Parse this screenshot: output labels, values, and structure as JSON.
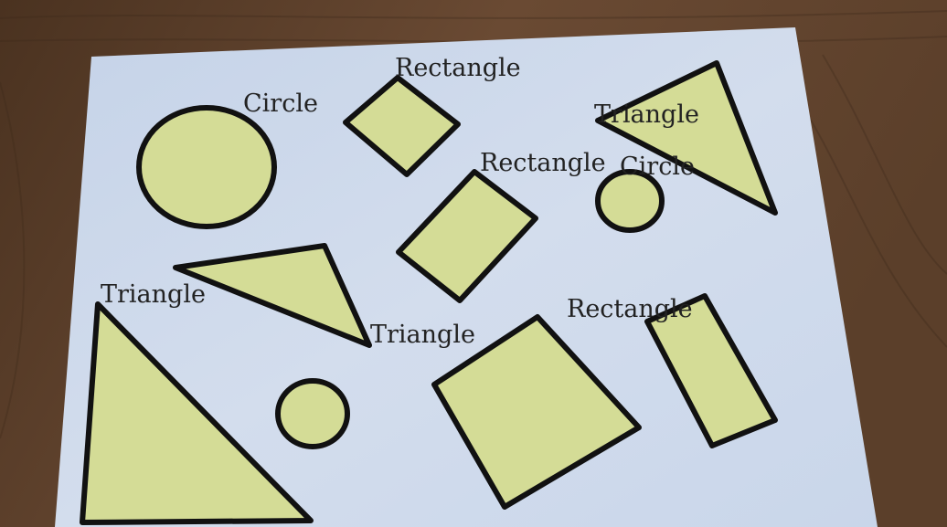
{
  "scene": {
    "colors": {
      "table_wood": "#5a3f2c",
      "paper": "#cdd9ea",
      "shape_fill": "#d4dc96",
      "outline": "#111111",
      "label_text": "#222222"
    },
    "labels": {
      "rectangle_top": "Rectangle",
      "circle_top_left": "Circle",
      "triangle_top_right": "Triangle",
      "rectangle_mid": "Rectangle",
      "circle_mid_right": "Circle",
      "triangle_left": "Triangle",
      "triangle_mid": "Triangle",
      "rectangle_bottom_right": "Rectangle"
    }
  }
}
